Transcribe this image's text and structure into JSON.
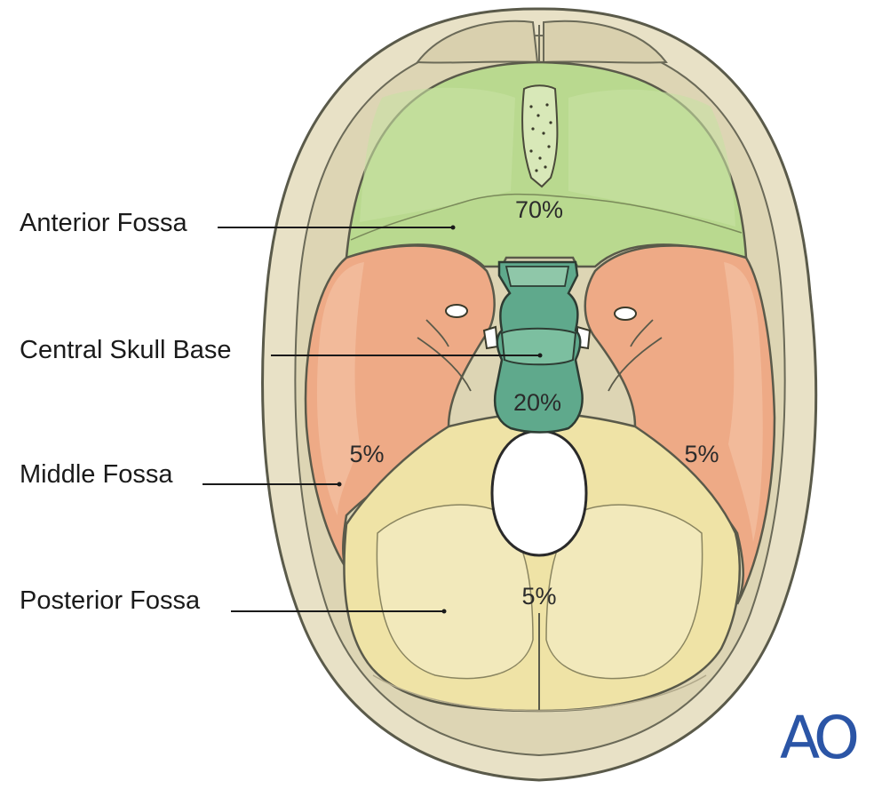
{
  "labels": {
    "anterior": "Anterior Fossa",
    "central": "Central Skull Base",
    "middle": "Middle Fossa",
    "posterior": "Posterior Fossa"
  },
  "percentages": {
    "anterior": "70%",
    "central": "20%",
    "middle_left": "5%",
    "middle_right": "5%",
    "posterior": "5%"
  },
  "logo": "AO",
  "colors": {
    "anterior": "#b9d98f",
    "central": "#5fa98c",
    "middle": "#eeaa86",
    "posterior": "#efe3a6",
    "bone": "#e6dfc3",
    "outline": "#5a5a4a",
    "logo": "#2b55a6"
  }
}
